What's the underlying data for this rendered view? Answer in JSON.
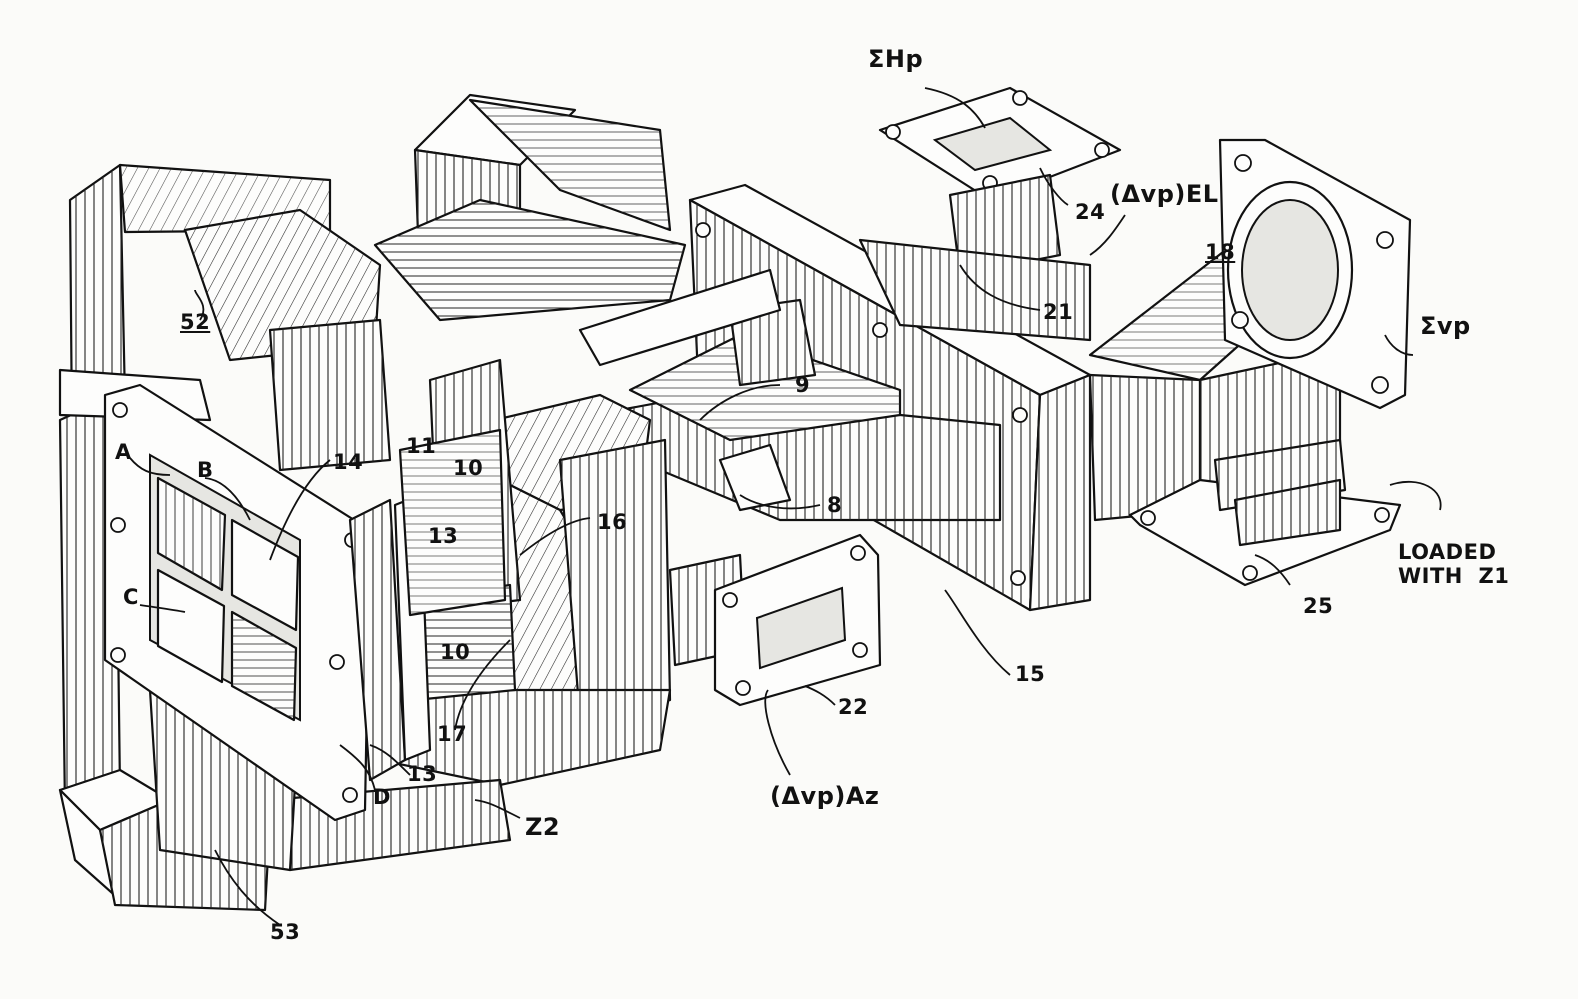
{
  "labels": {
    "sigma_hp": "ΣHp",
    "delta_vp_el": "(Δvp)EL",
    "n24": "24",
    "n18": "18",
    "n21": "21",
    "sigma_vp": "Σvp",
    "n52": "52",
    "n9": "9",
    "A": "A",
    "B": "B",
    "n14": "14",
    "n11": "11",
    "n10_top": "10",
    "n13_top": "13",
    "n16": "16",
    "n8": "8",
    "C": "C",
    "n10_bottom": "10",
    "n17": "17",
    "n13_bottom": "13",
    "D": "D",
    "n22": "22",
    "delta_vp_az": "(Δvp)Az",
    "n15": "15",
    "loaded_with": "LOADED\nWITH  Z1",
    "n25": "25",
    "z2": "Z2",
    "n53": "53"
  }
}
